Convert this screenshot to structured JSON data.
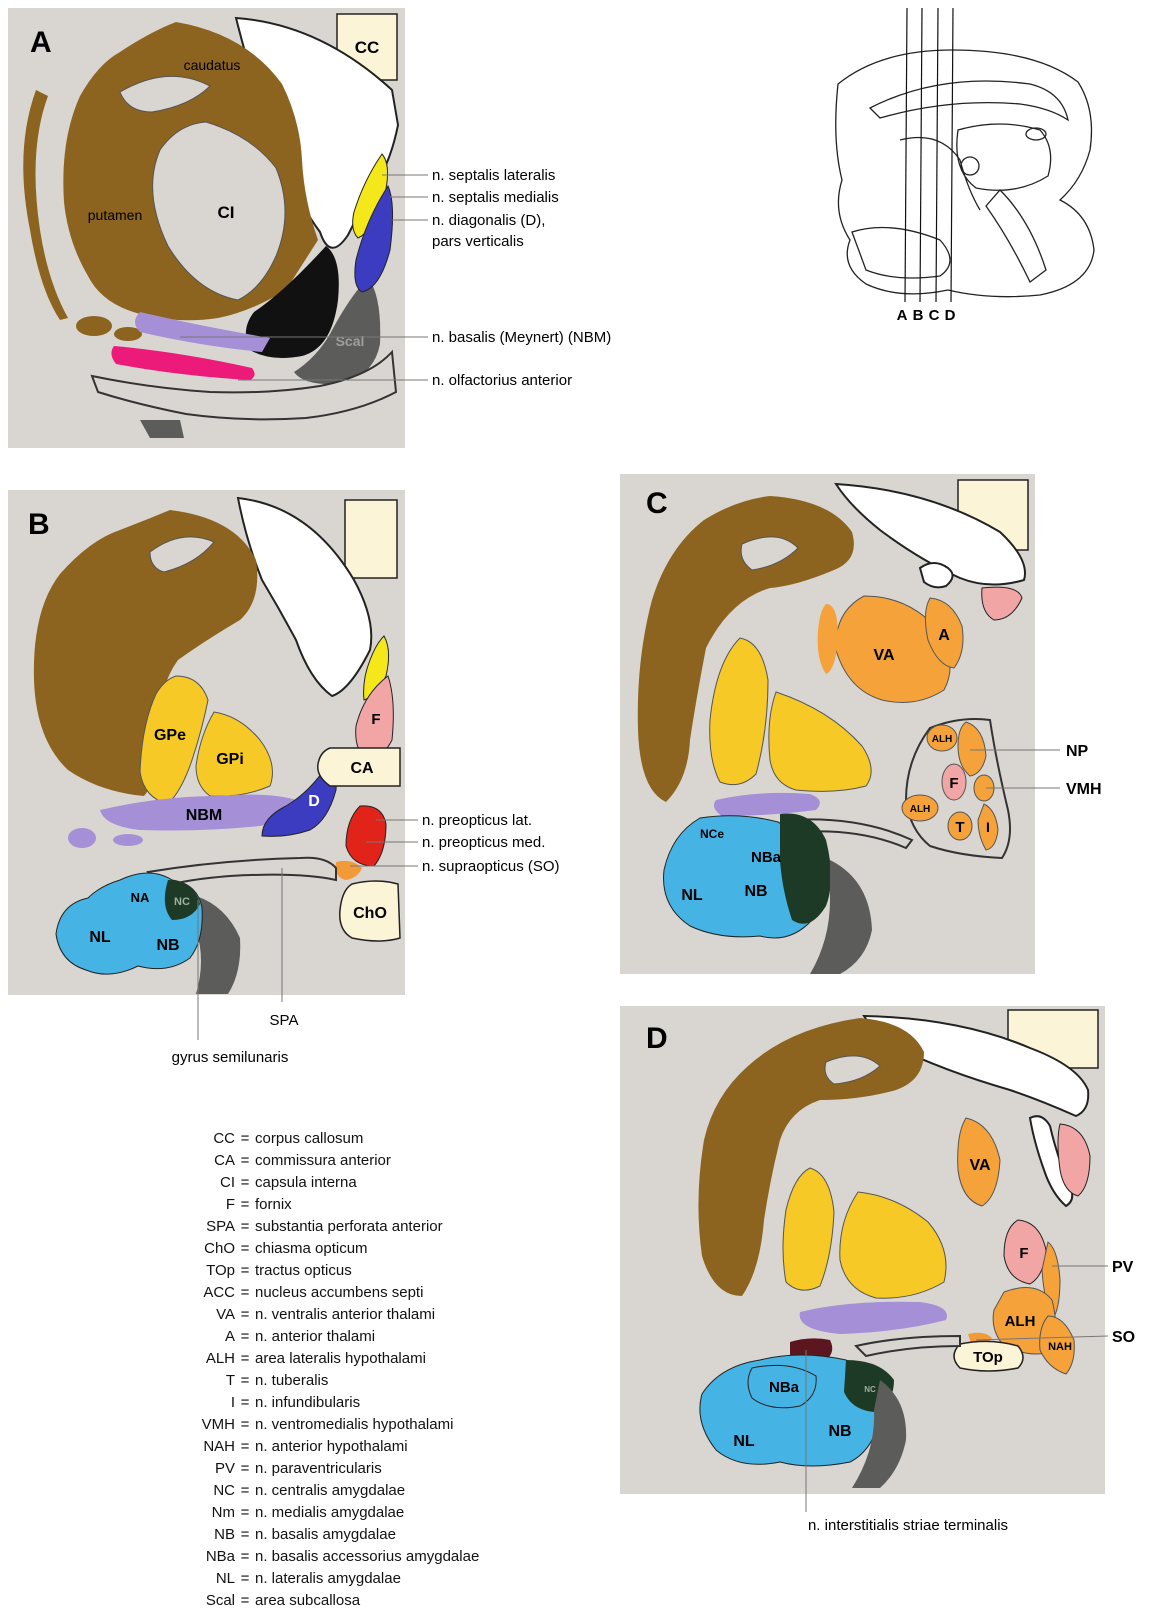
{
  "panels": {
    "a": {
      "letter": "A",
      "labels": {
        "cc": "CC",
        "caudatus": "caudatus",
        "putamen": "putamen",
        "ci": "CI",
        "scal": "Scal"
      },
      "callouts": [
        "n. septalis lateralis",
        "n. septalis medialis",
        "n. diagonalis (D),",
        "pars verticalis",
        "n. basalis (Meynert) (NBM)",
        "n. olfactorius anterior"
      ]
    },
    "b": {
      "letter": "B",
      "labels": {
        "gpe": "GPe",
        "gpi": "GPi",
        "nbm": "NBM",
        "d": "D",
        "f": "F",
        "ca": "CA",
        "cho": "ChO",
        "na": "NA",
        "nc": "NC",
        "nl": "NL",
        "nb": "NB"
      },
      "callouts": [
        "n. preopticus lat.",
        "n. preopticus med.",
        "n. supraopticus (SO)"
      ],
      "bottom": [
        "SPA",
        "gyrus semilunaris"
      ]
    },
    "c": {
      "letter": "C",
      "labels": {
        "va": "VA",
        "a": "A",
        "alh1": "ALH",
        "alh2": "ALH",
        "f": "F",
        "t": "T",
        "i": "I",
        "nce": "NCe",
        "nba": "NBa",
        "nb": "NB",
        "nl": "NL"
      },
      "callouts": [
        "NP",
        "VMH"
      ]
    },
    "d": {
      "letter": "D",
      "labels": {
        "va": "VA",
        "f": "F",
        "alh": "ALH",
        "nah": "NAH",
        "top": "TOp",
        "nba": "NBa",
        "nb": "NB",
        "nl": "NL",
        "nc": "NC"
      },
      "callouts": [
        "PV",
        "SO"
      ],
      "bottom": "n. interstitialis striae terminalis"
    }
  },
  "overview": {
    "cuts": [
      "A",
      "B",
      "C",
      "D"
    ]
  },
  "legend": [
    {
      "abbr": "CC",
      "text": "corpus callosum"
    },
    {
      "abbr": "CA",
      "text": "commissura anterior"
    },
    {
      "abbr": "CI",
      "text": "capsula interna"
    },
    {
      "abbr": "F",
      "text": "fornix"
    },
    {
      "abbr": "SPA",
      "text": "substantia perforata anterior"
    },
    {
      "abbr": "ChO",
      "text": "chiasma opticum"
    },
    {
      "abbr": "TOp",
      "text": "tractus opticus"
    },
    {
      "abbr": "ACC",
      "text": "nucleus accumbens septi"
    },
    {
      "abbr": "VA",
      "text": "n. ventralis anterior thalami"
    },
    {
      "abbr": "A",
      "text": "n. anterior thalami"
    },
    {
      "abbr": "ALH",
      "text": "area lateralis hypothalami"
    },
    {
      "abbr": "T",
      "text": "n. tuberalis"
    },
    {
      "abbr": "I",
      "text": "n. infundibularis"
    },
    {
      "abbr": "VMH",
      "text": "n. ventromedialis hypothalami"
    },
    {
      "abbr": "NAH",
      "text": "n. anterior hypothalami"
    },
    {
      "abbr": "PV",
      "text": "n. paraventricularis"
    },
    {
      "abbr": "NC",
      "text": "n. centralis amygdalae"
    },
    {
      "abbr": "Nm",
      "text": "n. medialis amygdalae"
    },
    {
      "abbr": "NB",
      "text": "n. basalis amygdalae"
    },
    {
      "abbr": "NBa",
      "text": "n. basalis accessorius amygdalae"
    },
    {
      "abbr": "NL",
      "text": "n. lateralis amygdalae"
    },
    {
      "abbr": "Scal",
      "text": "area subcallosa"
    }
  ],
  "colors": {
    "background": "#d9d6d2",
    "white_matter": "#ffffff",
    "caudate_putamen": "#8c6420",
    "septal_lat": "#f5e81a",
    "septal_med": "#3b3cc0",
    "nbm": "#a58fd6",
    "olfactory": "#ec1a78",
    "dark": "#111111",
    "scal": "#5c5c5a",
    "globus_pallidus": "#f7c927",
    "fornix": "#f2a5a5",
    "ca": "#fbf4d6",
    "preoptic": "#e2231a",
    "supraoptic": "#f29a38",
    "amygdala": "#45b3e4",
    "amygdala_dark": "#1d3a26",
    "hypothalamus": "#f5a23a",
    "nist": "#5c1620"
  }
}
